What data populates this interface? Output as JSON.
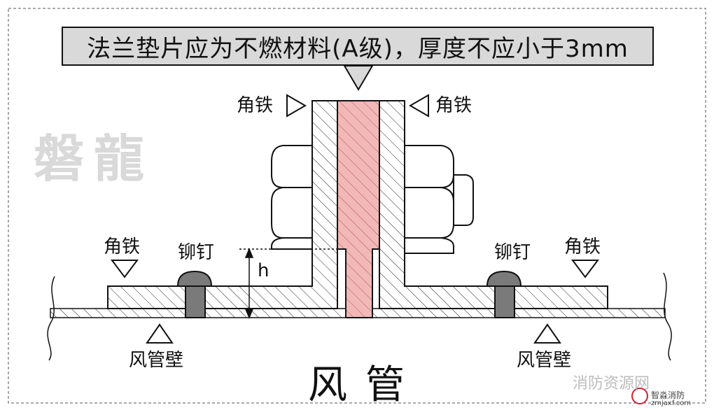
{
  "title": "法兰垫片应为不燃材料(A级)，厚度不应小于3mm",
  "labels": {
    "angle_iron": "角铁",
    "rivet": "铆钉",
    "duct_wall": "风管壁",
    "duct": "风管",
    "height": "h"
  },
  "watermark": "磐龍",
  "badge": {
    "wechat_name": "消防资源网",
    "site_name": "智淼消防",
    "site_url": "zmjaxf.com"
  },
  "colors": {
    "gasket": "#f2b8b8",
    "rivet": "#7a7a7a",
    "title_bg": "#d9d9d9",
    "outline": "#111111"
  }
}
